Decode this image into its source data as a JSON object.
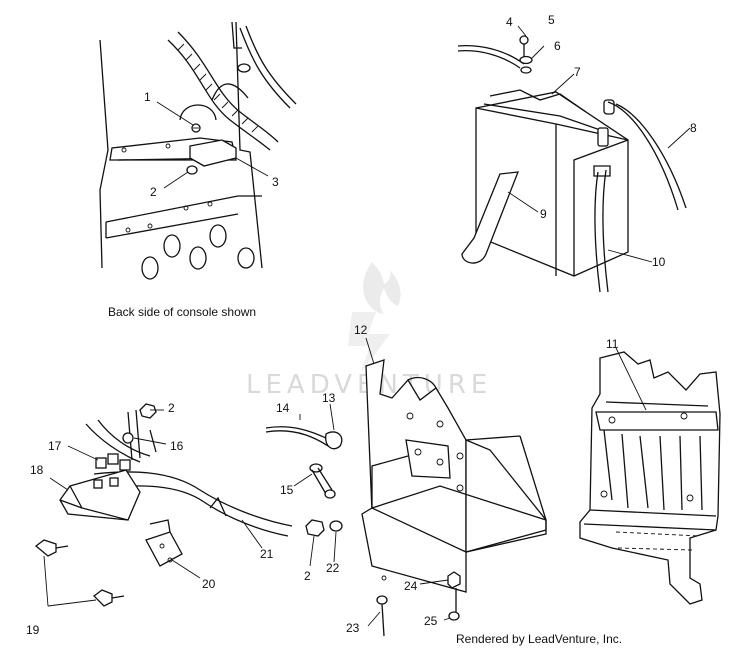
{
  "caption": "Back side of console shown",
  "watermark": "LEADVENTURE",
  "footer": "Rendered by LeadVenture, Inc.",
  "labels": {
    "l1": "1",
    "l2a": "2",
    "l3": "3",
    "l4": "4",
    "l5": "5",
    "l6": "6",
    "l7": "7",
    "l8": "8",
    "l9": "9",
    "l10": "10",
    "l11": "11",
    "l12": "12",
    "l13": "13",
    "l14": "14",
    "l15": "15",
    "l16": "16",
    "l17": "17",
    "l18": "18",
    "l19": "19",
    "l20": "20",
    "l21": "21",
    "l2b": "2",
    "l2c": "2",
    "l22": "22",
    "l23": "23",
    "l24": "24",
    "l25": "25"
  }
}
